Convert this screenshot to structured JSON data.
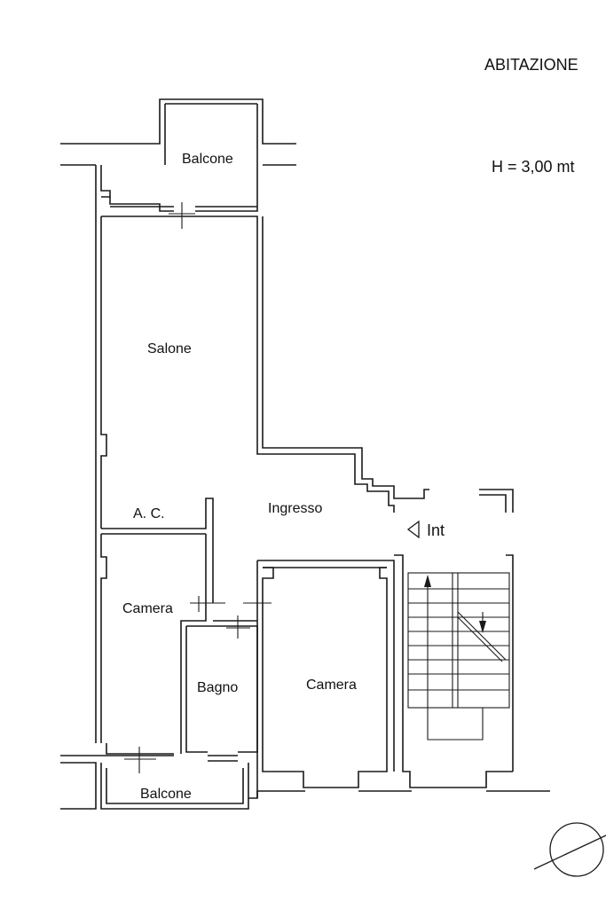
{
  "header": {
    "title": "ABITAZIONE",
    "height_note": "H = 3,00 mt"
  },
  "rooms": {
    "balcone_top": "Balcone",
    "salone": "Salone",
    "ingresso": "Ingresso",
    "ac": "A. C.",
    "camera_left": "Camera",
    "bagno": "Bagno",
    "camera_right": "Camera",
    "balcone_bottom": "Balcone"
  },
  "entrance": {
    "symbol_icon": "triangle-left-icon",
    "label": "Int"
  },
  "compass": {
    "icon": "north-arrow-icon"
  }
}
